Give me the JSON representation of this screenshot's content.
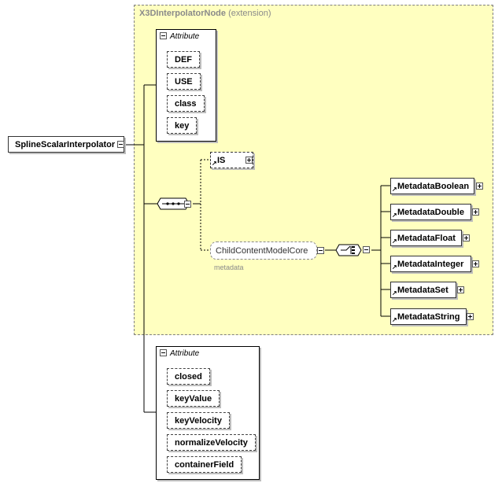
{
  "extension": {
    "name": "X3DInterpolatorNode",
    "kind": "(extension)"
  },
  "root_element": "SplineScalarInterpolator",
  "base_attribute_group": {
    "label": "Attribute",
    "items": [
      "DEF",
      "USE",
      "class",
      "key"
    ]
  },
  "is_element": "IS",
  "child_group": {
    "name": "ChildContentModelCore",
    "note": "metadata"
  },
  "metadata_elements": [
    "MetadataBoolean",
    "MetadataDouble",
    "MetadataFloat",
    "MetadataInteger",
    "MetadataSet",
    "MetadataString"
  ],
  "own_attribute_group": {
    "label": "Attribute",
    "items": [
      "closed",
      "keyValue",
      "keyVelocity",
      "normalizeVelocity",
      "containerField"
    ]
  }
}
